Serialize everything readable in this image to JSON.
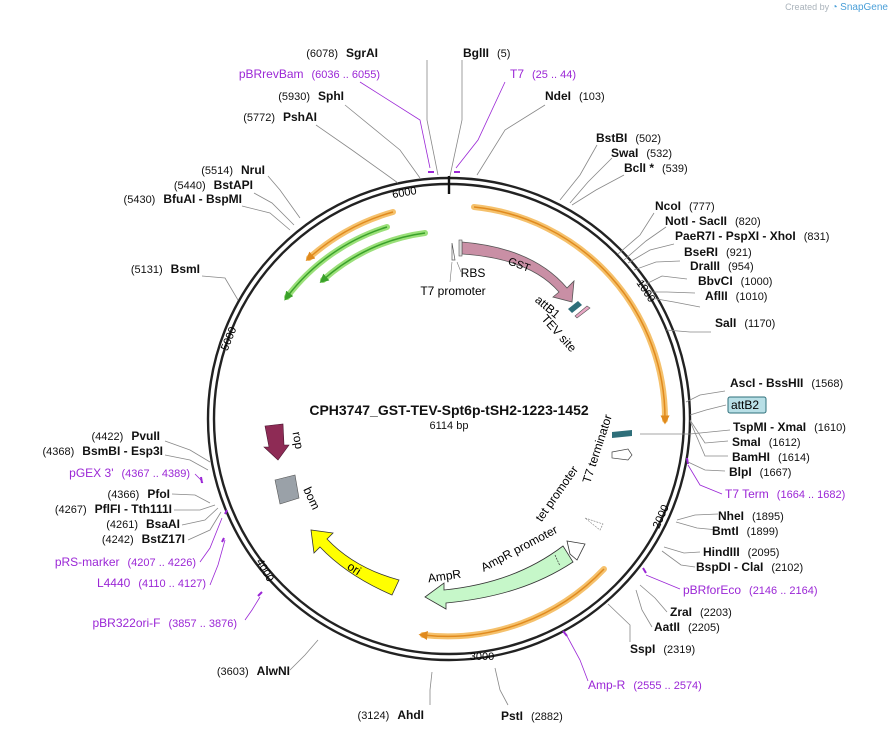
{
  "credit": {
    "prefix": "Created by",
    "brand": "SnapGene"
  },
  "plasmid": {
    "name": "CPH3747_GST-TEV-Spt6p-tSH2-1223-1452",
    "size": "6114 bp",
    "length": 6114
  },
  "ruler": [
    "1000",
    "2000",
    "3000",
    "4000",
    "5000",
    "6000"
  ],
  "features": {
    "gst": "GST",
    "rbs": "RBS",
    "t7_promoter": "T7 promoter",
    "attb1": "attB1",
    "tev": "TEV site",
    "attb2": "attB2",
    "t7_terminator": "T7 terminator",
    "tet_promoter": "tet promoter",
    "ampr_promoter": "AmpR promoter",
    "ampr": "AmpR",
    "ori": "ori",
    "rop": "rop",
    "bom": "bom"
  },
  "sites": [
    {
      "name": "SgrAI",
      "pos": "(6078)"
    },
    {
      "name": "BglII",
      "pos": "(5)"
    },
    {
      "name": "pBRrevBam",
      "pos": "(6036 .. 6055)",
      "primer": true
    },
    {
      "name": "T7",
      "pos": "(25 .. 44)",
      "primer": true
    },
    {
      "name": "SphI",
      "pos": "(5930)"
    },
    {
      "name": "NdeI",
      "pos": "(103)"
    },
    {
      "name": "PshAI",
      "pos": "(5772)"
    },
    {
      "name": "BstBI",
      "pos": "(502)"
    },
    {
      "name": "SwaI",
      "pos": "(532)"
    },
    {
      "name": "BclI *",
      "pos": "(539)"
    },
    {
      "name": "NruI",
      "pos": "(5514)"
    },
    {
      "name": "BstAPI",
      "pos": "(5440)"
    },
    {
      "name": "BfuAI  -  BspMI",
      "pos": "(5430)"
    },
    {
      "name": "NcoI",
      "pos": "(777)"
    },
    {
      "name": "NotI  -  SacII",
      "pos": "(820)"
    },
    {
      "name": "PaeR7I  -  PspXI  -  XhoI",
      "pos": "(831)"
    },
    {
      "name": "BseRI",
      "pos": "(921)"
    },
    {
      "name": "DraIII",
      "pos": "(954)"
    },
    {
      "name": "BbvCI",
      "pos": "(1000)"
    },
    {
      "name": "AflII",
      "pos": "(1010)"
    },
    {
      "name": "BsmI",
      "pos": "(5131)"
    },
    {
      "name": "SalI",
      "pos": "(1170)"
    },
    {
      "name": "AscI  -  BssHII",
      "pos": "(1568)"
    },
    {
      "name": "TspMI  -  XmaI",
      "pos": "(1610)"
    },
    {
      "name": "SmaI",
      "pos": "(1612)"
    },
    {
      "name": "BamHI",
      "pos": "(1614)"
    },
    {
      "name": "BlpI",
      "pos": "(1667)"
    },
    {
      "name": "T7 Term",
      "pos": "(1664 .. 1682)",
      "primer": true
    },
    {
      "name": "PvuII",
      "pos": "(4422)"
    },
    {
      "name": "BsmBI  -  Esp3I",
      "pos": "(4368)"
    },
    {
      "name": "pGEX 3'",
      "pos": "(4367 .. 4389)",
      "primer": true
    },
    {
      "name": "PfoI",
      "pos": "(4366)"
    },
    {
      "name": "PflFI  -  Tth111I",
      "pos": "(4267)"
    },
    {
      "name": "BsaAI",
      "pos": "(4261)"
    },
    {
      "name": "BstZ17I",
      "pos": "(4242)"
    },
    {
      "name": "pRS-marker",
      "pos": "(4207 .. 4226)",
      "primer": true
    },
    {
      "name": "L4440",
      "pos": "(4110 .. 4127)",
      "primer": true
    },
    {
      "name": "NheI",
      "pos": "(1895)"
    },
    {
      "name": "BmtI",
      "pos": "(1899)"
    },
    {
      "name": "HindIII",
      "pos": "(2095)"
    },
    {
      "name": "BspDI  -  ClaI",
      "pos": "(2102)"
    },
    {
      "name": "pBRforEco",
      "pos": "(2146 .. 2164)",
      "primer": true
    },
    {
      "name": "pBR322ori-F",
      "pos": "(3857 .. 3876)",
      "primer": true
    },
    {
      "name": "ZraI",
      "pos": "(2203)"
    },
    {
      "name": "AatII",
      "pos": "(2205)"
    },
    {
      "name": "SspI",
      "pos": "(2319)"
    },
    {
      "name": "AlwNI",
      "pos": "(3603)"
    },
    {
      "name": "Amp-R",
      "pos": "(2555 .. 2574)",
      "primer": true
    },
    {
      "name": "AhdI",
      "pos": "(3124)"
    },
    {
      "name": "PstI",
      "pos": "(2882)"
    }
  ],
  "colors": {
    "backbone": "#222222",
    "primer": "#9b27d6",
    "gst": "#c98fa5",
    "ampr": "#c6f7c9",
    "ori": "#ffff00",
    "rop": "#8e2b55",
    "bom": "#9aa1a8",
    "orf_orange": "#f5c16c",
    "orf_green": "#9be07a"
  }
}
